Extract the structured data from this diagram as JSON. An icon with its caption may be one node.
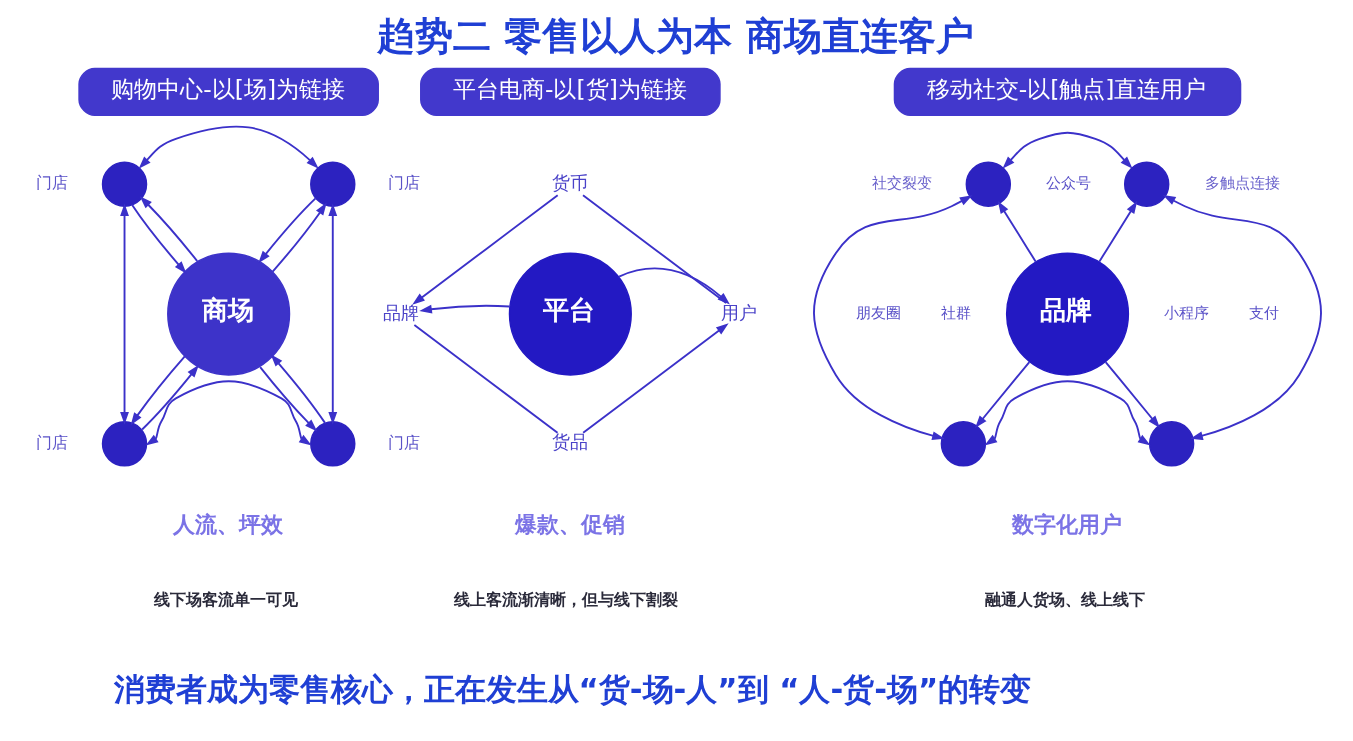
{
  "diagram": {
    "title": "趋势二 零售以人为本 商场直连客户",
    "caption": "消费者成为零售核心，正在发生从“货-场-人”到 “人-货-场”的转变",
    "nodes": [
      {
        "text": [
          "购物中心-以[场]为链接"
        ]
      },
      {
        "text": [],
        "shape": "circle",
        "beside": [
          "门店"
        ]
      },
      {
        "text": [],
        "shape": "circle",
        "beside": [
          "门店"
        ]
      },
      {
        "text": [
          "商场"
        ]
      },
      {
        "text": [],
        "shape": "circle",
        "beside": [
          "门店"
        ]
      },
      {
        "text": [],
        "shape": "circle",
        "beside": [
          "门店"
        ]
      },
      {
        "text": [
          "平台电商-以[货]为链接"
        ]
      },
      {
        "text": [
          "货币"
        ]
      },
      {
        "text": [
          "品牌"
        ]
      },
      {
        "text": [
          "平台"
        ]
      },
      {
        "text": [
          "用户"
        ]
      },
      {
        "text": [
          "货品"
        ]
      },
      {
        "text": [
          "移动社交-以[触点]直连用户"
        ]
      },
      {
        "text": [],
        "shape": "circle"
      },
      {
        "text": [],
        "shape": "circle"
      },
      {
        "text": [
          "品牌"
        ]
      },
      {
        "text": [],
        "shape": "circle"
      },
      {
        "text": [],
        "shape": "circle"
      }
    ],
    "edges": [
      {
        "from": 1,
        "to": 2,
        "arrow": "both"
      },
      {
        "from": 1,
        "to": 4,
        "arrow": "both"
      },
      {
        "from": 2,
        "to": 5,
        "arrow": "both"
      },
      {
        "from": 4,
        "to": 5,
        "arrow": "both"
      },
      {
        "from": 3,
        "to": 1,
        "arrow": "to"
      },
      {
        "from": 1,
        "to": 3,
        "arrow": "to"
      },
      {
        "from": 3,
        "to": 2,
        "arrow": "to"
      },
      {
        "from": 2,
        "to": 3,
        "arrow": "to"
      },
      {
        "from": 3,
        "to": 4,
        "arrow": "to"
      },
      {
        "from": 4,
        "to": 3,
        "arrow": "to"
      },
      {
        "from": 3,
        "to": 5,
        "arrow": "to"
      },
      {
        "from": 5,
        "to": 3,
        "arrow": "to"
      },
      {
        "from": 10,
        "to": 7,
        "arrow": "none"
      },
      {
        "from": 7,
        "to": 8,
        "arrow": "to"
      },
      {
        "from": 8,
        "to": 11,
        "arrow": "none"
      },
      {
        "from": 11,
        "to": 10,
        "arrow": "to"
      },
      {
        "from": 9,
        "to": 8,
        "arrow": "to"
      },
      {
        "from": 9,
        "to": 10,
        "arrow": "to"
      },
      {
        "from": 13,
        "to": 14,
        "arrow": "both"
      },
      {
        "from": 13,
        "to": 16,
        "arrow": "both"
      },
      {
        "from": 14,
        "to": 17,
        "arrow": "both"
      },
      {
        "from": 16,
        "to": 17,
        "arrow": "both"
      },
      {
        "from": 15,
        "to": 13,
        "arrow": "to"
      },
      {
        "from": 15,
        "to": 14,
        "arrow": "to"
      },
      {
        "from": 15,
        "to": 16,
        "arrow": "to"
      },
      {
        "from": 15,
        "to": 17,
        "arrow": "to"
      }
    ],
    "labels": [
      "人流、坪效",
      "线下场客流单一可见",
      "爆款、促销",
      "线上客流渐清晰，但与线下割裂",
      "社交裂变",
      "公众号",
      "多触点连接",
      "朋友圈",
      "社群",
      "小程序",
      "支付",
      "数字化用户",
      "融通人货场、线上线下"
    ]
  }
}
